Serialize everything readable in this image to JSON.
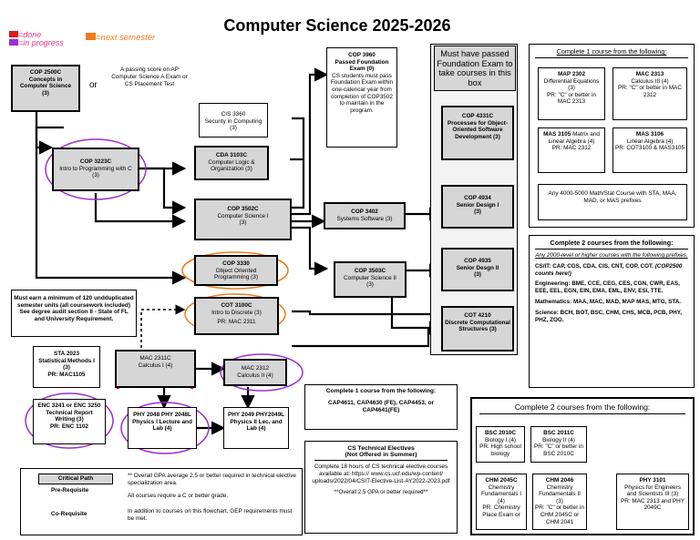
{
  "title": "Computer Science 2025-2026",
  "handnotes": {
    "done": "=done",
    "progress": "=in progress",
    "next": "=next semester"
  },
  "or": "or",
  "colors": {
    "critical": "#d6d6d6",
    "ink_purple": "#9a2fd0",
    "ink_orange": "#f07a1c",
    "ink_red": "#e01a1a",
    "ink_pink": "#e3368f"
  },
  "courses": {
    "cop2500": {
      "code": "COP 2500C",
      "name": "Concepts in Computer Science",
      "hours": "(3)"
    },
    "placement": "A passing score on AP Computer Science A Exam or CS Placement Test",
    "cop3960": {
      "code": "COP 3960",
      "l1": "Passed Foundation Exam (0)",
      "l2": "CS students must pass Foundation Exam within one-calencar year from completion of COP3502 to maintain in the program."
    },
    "cis3360": {
      "code": "CIS 3360",
      "name": "Security in Computing (3)"
    },
    "cda3103": {
      "code": "CDA 3103C",
      "name": "Computer Logic & Organization (3)"
    },
    "cop3223": {
      "code": "COP 3223C",
      "name": "Intro to Programming with C (3)"
    },
    "cop3502": {
      "code": "COP 3502C",
      "name": "Computer Science I",
      "hours": "(3)"
    },
    "cop3402": {
      "code": "COP 3402",
      "name": "Systems Software (3)"
    },
    "cop3330": {
      "code": "COP 3330",
      "name": "Object Oriented Programming (3)"
    },
    "cop3503": {
      "code": "COP 3503C",
      "name": "Computer Science II",
      "hours": "(3)"
    },
    "cot3100": {
      "code": "COT 3100C",
      "name": "Intro to Discrete (3)",
      "pr": "PR: MAC 2311"
    },
    "sta2023": {
      "code": "STA 2023",
      "name": "Statistical Methods I (3)",
      "pr": "PR: MAC1105"
    },
    "mac2311": {
      "code": "MAC 2311C",
      "name": "Calculus I (4)"
    },
    "mac2312": {
      "code": "MAC 2312",
      "name": "Calculus II (4)"
    },
    "enc": {
      "code": "ENC 3241 or ENC 3250",
      "name": "Technical Report Writing (3)",
      "pr": "PR: ENC 1102"
    },
    "phy2048": {
      "code": "PHY 2048 PHY 2048L",
      "name": "Physics I Lecture and Lab (4)"
    },
    "phy2049": {
      "code": "PHY 2049 PHY2049L",
      "name": "Physics II Lec. and Lab (4)"
    },
    "fe_header": "Must have passed Foundation Exam to take courses in this box",
    "cop4331": {
      "code": "COP 4331C",
      "name": "Processes for Object-Oriented Software Development (3)"
    },
    "cop4934": {
      "code": "COP 4934",
      "name": "Senior Design I",
      "hours": "(3)"
    },
    "cop4935": {
      "code": "COP 4935",
      "name": "Senior Desgn II",
      "hours": "(3)"
    },
    "cot4210": {
      "code": "COT 4210",
      "name": "Discrete Computational Structures (3)"
    }
  },
  "units_note": "Must earn a minimum of 120 undduplicated semester units (all coursework included) See degree audit section II - State of FL and University Requirement.",
  "panel_math": {
    "title": "Complete 1 course from the following:",
    "map2302": {
      "code": "MAP 2302",
      "name": "Differential Equations (3)",
      "pr": "PR: \"C\" or better in MAC 2313"
    },
    "mac2313": {
      "code": "MAC 2313",
      "name": "Calculus III (4)",
      "pr": "PR: \"C\" or better in MAC 2312"
    },
    "mas3105": {
      "code": "MAS 3105",
      "name": "Matrix and Linear Algebra (4)",
      "pr": "PR: MAC 2312"
    },
    "mas3106": {
      "code": "MAS 3106",
      "name": "Linear Algebra (4)",
      "pr": "PR: COT3100 & MAS3105"
    },
    "any": "Any 4000-5000 Math/Stat Course with STA, MAA, MAD, or MAS prefixes"
  },
  "panel_two": {
    "title": "Complete 2 courses from the following:",
    "any": "Any 2000-level or higher courses with the following prefixes.",
    "csit_h": "CS/IT:",
    "csit": "CAP, CGS, CDA, CIS, CNT, COP, COT.",
    "csit_note": "(COP2500 counts here!)",
    "eng_h": "Engineering:",
    "eng": "BME, CCE, CEG, CES, CGN, CWR, EAS, EEE, EEL, EGN, EIN, EMA, EML, ENV, ESI, TTE.",
    "math_h": "Mathematics:",
    "math": "MAA, MAC, MAD, MAP MAS, MTG, STA.",
    "sci_h": "Science:",
    "sci": "BCH, BOT, BSC, CHM, CHS, MCB, PCB, PHY, PHZ, ZOO."
  },
  "panel_elect": {
    "title": "Complete 1 course from the following:",
    "courses": "CAP4611, CAP4630 (FE), CAP4453, or CAP4641(FE)"
  },
  "panel_tech": {
    "title": "CS Technical Electives",
    "sub": "(Not Offered in Summer)",
    "body": "Complete 18 hours of CS technical elective courses available at: https:// www.cs.ucf.edu/wp-content/ uploads/2022/04/CSIT-Elective-List-AY2022-2023.pdf",
    "note": "**Overall 2.5 GPA or better required**"
  },
  "panel_sci": {
    "title": "Complete 2 courses from the following:",
    "bsc2010": {
      "code": "BSC 2010C",
      "name": "Biology I (4)",
      "pr": "PR: High school biology"
    },
    "bsc2011": {
      "code": "BSC 2011C",
      "name": "Biology II (4)",
      "pr": "PR: \"C\" or better in BSC 2010C"
    },
    "chm2045": {
      "code": "CHM 2045C",
      "name": "Chemistry Fundamentals I (4)",
      "pr": "PR: Chemistry Place Exam or"
    },
    "chm2046": {
      "code": "CHM 2046",
      "name": "Chemistry Fundamentals II (3)",
      "pr": "PR: \"C\" or better in CHM 2045C or CHM 2041"
    },
    "phy3101": {
      "code": "PHY 3101",
      "name": "Physics for Engineers and Scientists III (3)",
      "pr": "PR: MAC 2313 and PHY 2049C"
    }
  },
  "legend": {
    "critical": "Critical Path",
    "prereq": "Pre-Requisite",
    "coreq": "Co-Requisite",
    "n1": "** Overall GPA average 2.5 or better required in technical elective specialization area.",
    "n2": "All courses require a C or better grade.",
    "n3": "In addition to courses on this flowchart, GEP requirements must be met."
  }
}
